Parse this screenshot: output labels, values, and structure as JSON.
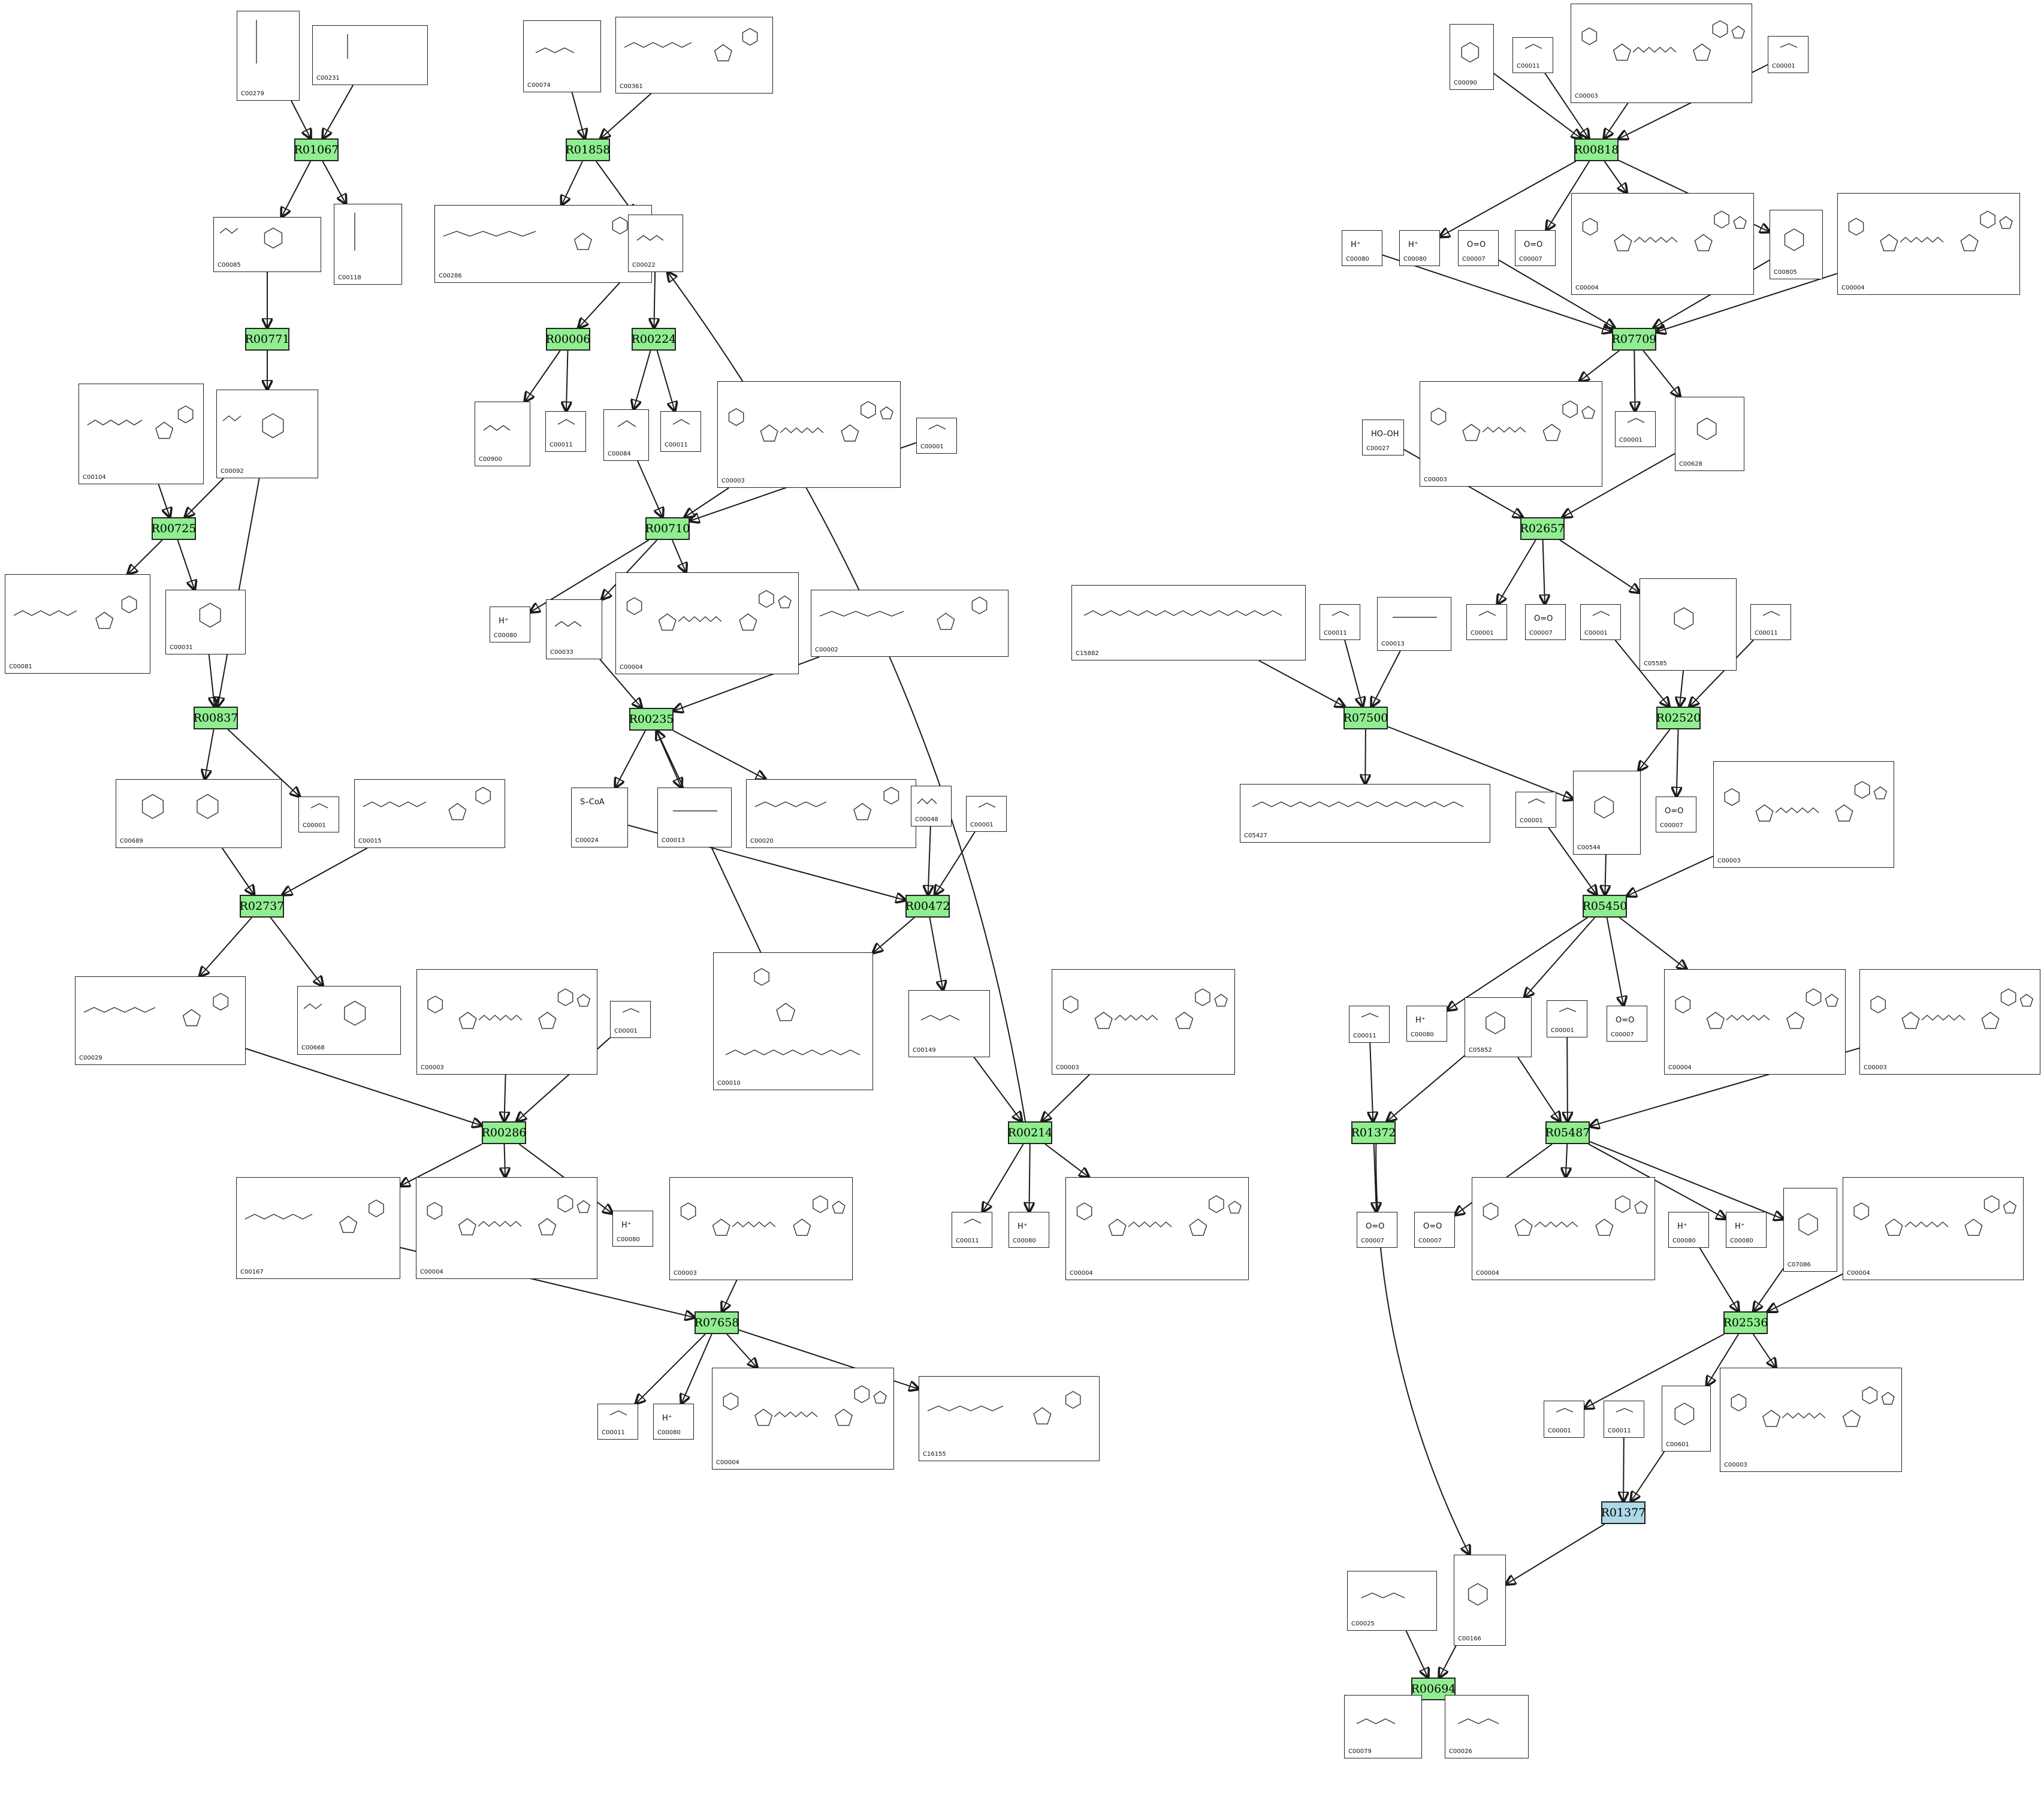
{
  "reactions": [
    {
      "id": "R01067",
      "label": "R01067"
    },
    {
      "id": "R01858",
      "label": "R01858"
    },
    {
      "id": "R00771",
      "label": "R00771"
    },
    {
      "id": "R00006",
      "label": "R00006"
    },
    {
      "id": "R00224",
      "label": "R00224"
    },
    {
      "id": "R00725",
      "label": "R00725"
    },
    {
      "id": "R00710",
      "label": "R00710"
    },
    {
      "id": "R00837",
      "label": "R00837"
    },
    {
      "id": "R00235",
      "label": "R00235"
    },
    {
      "id": "R02737",
      "label": "R02737"
    },
    {
      "id": "R00472",
      "label": "R00472"
    },
    {
      "id": "R00286",
      "label": "R00286"
    },
    {
      "id": "R00214",
      "label": "R00214"
    },
    {
      "id": "R07658",
      "label": "R07658"
    },
    {
      "id": "R00818",
      "label": "R00818"
    },
    {
      "id": "R07709",
      "label": "R07709"
    },
    {
      "id": "R02657",
      "label": "R02657"
    },
    {
      "id": "R07500",
      "label": "R07500"
    },
    {
      "id": "R02520",
      "label": "R02520"
    },
    {
      "id": "R05450",
      "label": "R05450"
    },
    {
      "id": "R01372",
      "label": "R01372"
    },
    {
      "id": "R05487",
      "label": "R05487"
    },
    {
      "id": "R02536",
      "label": "R02536"
    },
    {
      "id": "R01377",
      "label": "R01377",
      "highlight": "#add8e6"
    },
    {
      "id": "R00694",
      "label": "R00694"
    }
  ],
  "compounds": [
    {
      "key": "c00279a",
      "label": "C00279",
      "icon": "sugar-phosphate-chain"
    },
    {
      "key": "c00231a",
      "label": "C00231",
      "icon": "sugar-phosphate-chain"
    },
    {
      "key": "c00074a",
      "label": "C00074",
      "icon": "small-acid"
    },
    {
      "key": "c00361a",
      "label": "C00361",
      "icon": "nucleotide"
    },
    {
      "key": "c00085a",
      "label": "C00085",
      "icon": "sugar-ring-phosphate"
    },
    {
      "key": "c00118a",
      "label": "C00118",
      "icon": "sugar-phosphate-chain"
    },
    {
      "key": "c00286a",
      "label": "C00286",
      "icon": "nucleotide"
    },
    {
      "key": "c00022a",
      "label": "C00022",
      "icon": "small-acid"
    },
    {
      "key": "c00104a",
      "label": "C00104",
      "icon": "nucleotide"
    },
    {
      "key": "c00092a",
      "label": "C00092",
      "icon": "sugar-ring-phosphate"
    },
    {
      "key": "c00900a",
      "label": "C00900",
      "icon": "small-acid"
    },
    {
      "key": "c00011a",
      "label": "C00011",
      "icon": "small-molecule"
    },
    {
      "key": "c00084a",
      "label": "C00084",
      "icon": "small-molecule"
    },
    {
      "key": "c00011b",
      "label": "C00011",
      "icon": "small-molecule"
    },
    {
      "key": "c00003a",
      "label": "C00003",
      "icon": "dinucleotide"
    },
    {
      "key": "c00001a",
      "label": "C00001",
      "icon": "water"
    },
    {
      "key": "c00081a",
      "label": "C00081",
      "icon": "nucleotide"
    },
    {
      "key": "c00031a",
      "label": "C00031",
      "icon": "sugar-ring"
    },
    {
      "key": "c00080a",
      "label": "C00080",
      "formula": "H⁺",
      "icon": "proton"
    },
    {
      "key": "c00033a",
      "label": "C00033",
      "icon": "small-acid"
    },
    {
      "key": "c00004a",
      "label": "C00004",
      "icon": "dinucleotide"
    },
    {
      "key": "c00002a",
      "label": "C00002",
      "icon": "nucleotide"
    },
    {
      "key": "c00689a",
      "label": "C00689",
      "icon": "disaccharide"
    },
    {
      "key": "c00001b",
      "label": "C00001",
      "icon": "water"
    },
    {
      "key": "c00015a",
      "label": "C00015",
      "icon": "nucleotide"
    },
    {
      "key": "c00024a",
      "label": "C00024",
      "formula": "S–CoA",
      "icon": "acyl-coa"
    },
    {
      "key": "c00013a",
      "label": "C00013",
      "icon": "phosphate"
    },
    {
      "key": "c00020a",
      "label": "C00020",
      "icon": "nucleotide"
    },
    {
      "key": "c00048a",
      "label": "C00048",
      "icon": "small-acid"
    },
    {
      "key": "c00001c",
      "label": "C00001",
      "icon": "water"
    },
    {
      "key": "c00029a",
      "label": "C00029",
      "icon": "nucleotide-sugar"
    },
    {
      "key": "c00668a",
      "label": "C00668",
      "icon": "sugar-ring-phosphate"
    },
    {
      "key": "c00003b",
      "label": "C00003",
      "icon": "dinucleotide"
    },
    {
      "key": "c00001d",
      "label": "C00001",
      "icon": "water"
    },
    {
      "key": "c00010a",
      "label": "C00010",
      "icon": "coenzyme"
    },
    {
      "key": "c00149a",
      "label": "C00149",
      "icon": "small-acid"
    },
    {
      "key": "c00003c",
      "label": "C00003",
      "icon": "dinucleotide"
    },
    {
      "key": "c00167a",
      "label": "C00167",
      "icon": "nucleotide-sugar"
    },
    {
      "key": "c00004b",
      "label": "C00004",
      "icon": "dinucleotide"
    },
    {
      "key": "c00080b",
      "label": "C00080",
      "formula": "H⁺",
      "icon": "proton"
    },
    {
      "key": "c00003d",
      "label": "C00003",
      "icon": "dinucleotide"
    },
    {
      "key": "c00011c",
      "label": "C00011",
      "icon": "small-molecule"
    },
    {
      "key": "c00080c",
      "label": "C00080",
      "formula": "H⁺",
      "icon": "proton"
    },
    {
      "key": "c00004c",
      "label": "C00004",
      "icon": "dinucleotide"
    },
    {
      "key": "c00011d",
      "label": "C00011",
      "icon": "small-molecule"
    },
    {
      "key": "c00080d",
      "label": "C00080",
      "formula": "H⁺",
      "icon": "proton"
    },
    {
      "key": "c00004d",
      "label": "C00004",
      "icon": "dinucleotide"
    },
    {
      "key": "c16155a",
      "label": "C16155",
      "icon": "nucleotide-sugar"
    },
    {
      "key": "c00090a",
      "label": "C00090",
      "icon": "aromatic-ring"
    },
    {
      "key": "c00011e",
      "label": "C00011",
      "icon": "small-molecule"
    },
    {
      "key": "c00003e",
      "label": "C00003",
      "icon": "dinucleotide"
    },
    {
      "key": "c00001e",
      "label": "C00001",
      "icon": "water"
    },
    {
      "key": "c00080e",
      "label": "C00080",
      "formula": "H⁺",
      "icon": "proton"
    },
    {
      "key": "c00080f",
      "label": "C00080",
      "formula": "H⁺",
      "icon": "proton"
    },
    {
      "key": "c00007a",
      "label": "C00007",
      "formula": "O=O",
      "icon": "oxygen"
    },
    {
      "key": "c00007b",
      "label": "C00007",
      "formula": "O=O",
      "icon": "oxygen"
    },
    {
      "key": "c00004e",
      "label": "C00004",
      "icon": "dinucleotide"
    },
    {
      "key": "c00805a",
      "label": "C00805",
      "icon": "aromatic-ring"
    },
    {
      "key": "c00004f",
      "label": "C00004",
      "icon": "dinucleotide"
    },
    {
      "key": "c00027a",
      "label": "C00027",
      "formula": "HO–OH",
      "icon": "peroxide"
    },
    {
      "key": "c00003f",
      "label": "C00003",
      "icon": "dinucleotide"
    },
    {
      "key": "c00001f",
      "label": "C00001",
      "icon": "water"
    },
    {
      "key": "c00628a",
      "label": "C00628",
      "icon": "aromatic-ring"
    },
    {
      "key": "c15882a",
      "label": "C15882",
      "icon": "prenyl-chain"
    },
    {
      "key": "c00011f",
      "label": "C00011",
      "icon": "small-molecule"
    },
    {
      "key": "c00013b",
      "label": "C00013",
      "icon": "phosphate"
    },
    {
      "key": "c00001g",
      "label": "C00001",
      "icon": "water"
    },
    {
      "key": "c00007c",
      "label": "C00007",
      "formula": "O=O",
      "icon": "oxygen"
    },
    {
      "key": "c00001h",
      "label": "C00001",
      "icon": "water"
    },
    {
      "key": "c05585a",
      "label": "C05585",
      "icon": "aromatic-ring"
    },
    {
      "key": "c00011g",
      "label": "C00011",
      "icon": "small-molecule"
    },
    {
      "key": "c05427a",
      "label": "C05427",
      "icon": "prenyl-chain"
    },
    {
      "key": "c00001i",
      "label": "C00001",
      "icon": "water"
    },
    {
      "key": "c00544a",
      "label": "C00544",
      "icon": "aromatic-ring"
    },
    {
      "key": "c00007d",
      "label": "C00007",
      "formula": "O=O",
      "icon": "oxygen"
    },
    {
      "key": "c00003g",
      "label": "C00003",
      "icon": "dinucleotide"
    },
    {
      "key": "c00011h",
      "label": "C00011",
      "icon": "small-molecule"
    },
    {
      "key": "c00080g",
      "label": "C00080",
      "formula": "H⁺",
      "icon": "proton"
    },
    {
      "key": "c05852a",
      "label": "C05852",
      "icon": "aromatic-ring"
    },
    {
      "key": "c00001j",
      "label": "C00001",
      "icon": "water"
    },
    {
      "key": "c00007e",
      "label": "C00007",
      "formula": "O=O",
      "icon": "oxygen"
    },
    {
      "key": "c00004g",
      "label": "C00004",
      "icon": "dinucleotide"
    },
    {
      "key": "c00003h",
      "label": "C00003",
      "icon": "dinucleotide"
    },
    {
      "key": "c00007f",
      "label": "C00007",
      "formula": "O=O",
      "icon": "oxygen"
    },
    {
      "key": "c00007g",
      "label": "C00007",
      "formula": "O=O",
      "icon": "oxygen"
    },
    {
      "key": "c00004h",
      "label": "C00004",
      "icon": "dinucleotide"
    },
    {
      "key": "c00080h",
      "label": "C00080",
      "formula": "H⁺",
      "icon": "proton"
    },
    {
      "key": "c00080i",
      "label": "C00080",
      "formula": "H⁺",
      "icon": "proton"
    },
    {
      "key": "c07086a",
      "label": "C07086",
      "icon": "aromatic-ring"
    },
    {
      "key": "c00004i",
      "label": "C00004",
      "icon": "dinucleotide"
    },
    {
      "key": "c00001k",
      "label": "C00001",
      "icon": "water"
    },
    {
      "key": "c00011i",
      "label": "C00011",
      "icon": "small-molecule"
    },
    {
      "key": "c00601a",
      "label": "C00601",
      "icon": "aromatic-ring"
    },
    {
      "key": "c00003i",
      "label": "C00003",
      "icon": "dinucleotide"
    },
    {
      "key": "c00025a",
      "label": "C00025",
      "icon": "amino-acid"
    },
    {
      "key": "c00166a",
      "label": "C00166",
      "icon": "aromatic-ring"
    },
    {
      "key": "c00079a",
      "label": "C00079",
      "icon": "amino-acid"
    },
    {
      "key": "c00026a",
      "label": "C00026",
      "icon": "small-acid"
    }
  ],
  "edges": [
    [
      "c00279a",
      "R01067"
    ],
    [
      "c00231a",
      "R01067"
    ],
    [
      "R01067",
      "c00085a"
    ],
    [
      "R01067",
      "c00118a"
    ],
    [
      "c00074a",
      "R01858"
    ],
    [
      "c00361a",
      "R01858"
    ],
    [
      "R01858",
      "c00286a"
    ],
    [
      "R01858",
      "c00022a"
    ],
    [
      "c00085a",
      "R00771"
    ],
    [
      "R00771",
      "c00092a"
    ],
    [
      "c00022a",
      "R00006"
    ],
    [
      "c00022a",
      "R00224"
    ],
    [
      "R00006",
      "c00900a"
    ],
    [
      "R00006",
      "c00011a"
    ],
    [
      "R00224",
      "c00084a"
    ],
    [
      "R00224",
      "c00011b"
    ],
    [
      "c00104a",
      "R00725"
    ],
    [
      "c00092a",
      "R00725"
    ],
    [
      "R00725",
      "c00081a"
    ],
    [
      "R00725",
      "c00031a"
    ],
    [
      "c00084a",
      "R00710"
    ],
    [
      "c00003a",
      "R00710"
    ],
    [
      "c00001a",
      "R00710"
    ],
    [
      "R00710",
      "c00080a"
    ],
    [
      "R00710",
      "c00033a"
    ],
    [
      "R00710",
      "c00004a"
    ],
    [
      "c00031a",
      "R00837"
    ],
    [
      "c00092a",
      "R00837"
    ],
    [
      "R00837",
      "c00689a"
    ],
    [
      "R00837",
      "c00001b"
    ],
    [
      "c00033a",
      "R00235"
    ],
    [
      "c00002a",
      "R00235"
    ],
    [
      "c00010a",
      "R00235"
    ],
    [
      "R00235",
      "c00024a"
    ],
    [
      "R00235",
      "c00013a"
    ],
    [
      "R00235",
      "c00020a"
    ],
    [
      "c00689a",
      "R02737"
    ],
    [
      "c00015a",
      "R02737"
    ],
    [
      "R02737",
      "c00029a"
    ],
    [
      "R02737",
      "c00668a"
    ],
    [
      "c00024a",
      "R00472"
    ],
    [
      "c00048a",
      "R00472"
    ],
    [
      "c00001c",
      "R00472"
    ],
    [
      "R00472",
      "c00010a"
    ],
    [
      "R00472",
      "c00149a"
    ],
    [
      "c00029a",
      "R00286"
    ],
    [
      "c00003b",
      "R00286"
    ],
    [
      "c00001d",
      "R00286"
    ],
    [
      "R00286",
      "c00167a"
    ],
    [
      "R00286",
      "c00004b"
    ],
    [
      "R00286",
      "c00080b"
    ],
    [
      "c00149a",
      "R00214"
    ],
    [
      "c00003c",
      "R00214"
    ],
    [
      "R00214",
      "c00011d"
    ],
    [
      "R00214",
      "c00080d"
    ],
    [
      "R00214",
      "c00004d"
    ],
    [
      "R00214",
      "c00022a"
    ],
    [
      "c00167a",
      "R07658"
    ],
    [
      "c00003d",
      "R07658"
    ],
    [
      "R07658",
      "c00011c"
    ],
    [
      "R07658",
      "c00080c"
    ],
    [
      "R07658",
      "c00004c"
    ],
    [
      "R07658",
      "c16155a"
    ],
    [
      "c00090a",
      "R00818"
    ],
    [
      "c00011e",
      "R00818"
    ],
    [
      "c00003e",
      "R00818"
    ],
    [
      "c00001e",
      "R00818"
    ],
    [
      "R00818",
      "c00080f"
    ],
    [
      "R00818",
      "c00007b"
    ],
    [
      "R00818",
      "c00004e"
    ],
    [
      "R00818",
      "c00805a"
    ],
    [
      "c00080e",
      "R07709"
    ],
    [
      "c00007a",
      "R07709"
    ],
    [
      "c00805a",
      "R07709"
    ],
    [
      "c00004f",
      "R07709"
    ],
    [
      "R07709",
      "c00003f"
    ],
    [
      "R07709",
      "c00001f"
    ],
    [
      "R07709",
      "c00628a"
    ],
    [
      "c00027a",
      "R02657"
    ],
    [
      "c00628a",
      "R02657"
    ],
    [
      "R02657",
      "c00001g"
    ],
    [
      "R02657",
      "c00007c"
    ],
    [
      "R02657",
      "c05585a"
    ],
    [
      "c15882a",
      "R07500"
    ],
    [
      "c00011f",
      "R07500"
    ],
    [
      "c00013b",
      "R07500"
    ],
    [
      "R07500",
      "c05427a"
    ],
    [
      "R07500",
      "c00544a"
    ],
    [
      "c00001h",
      "R02520"
    ],
    [
      "c05585a",
      "R02520"
    ],
    [
      "c00011g",
      "R02520"
    ],
    [
      "R02520",
      "c00544a"
    ],
    [
      "R02520",
      "c00007d"
    ],
    [
      "c00001i",
      "R05450"
    ],
    [
      "c00544a",
      "R05450"
    ],
    [
      "c00003g",
      "R05450"
    ],
    [
      "R05450",
      "c00080g"
    ],
    [
      "R05450",
      "c05852a"
    ],
    [
      "R05450",
      "c00007e"
    ],
    [
      "R05450",
      "c00004g"
    ],
    [
      "c00011h",
      "R01372"
    ],
    [
      "c05852a",
      "R01372"
    ],
    [
      "R01372",
      "c00007f"
    ],
    [
      "R01372",
      "c00166a"
    ],
    [
      "c05852a",
      "R05487"
    ],
    [
      "c00001j",
      "R05487"
    ],
    [
      "c00003h",
      "R05487"
    ],
    [
      "R05487",
      "c00007g"
    ],
    [
      "R05487",
      "c00004h"
    ],
    [
      "R05487",
      "c00080i"
    ],
    [
      "R05487",
      "c07086a"
    ],
    [
      "c00080h",
      "R02536"
    ],
    [
      "c07086a",
      "R02536"
    ],
    [
      "c00004i",
      "R02536"
    ],
    [
      "R02536",
      "c00001k"
    ],
    [
      "R02536",
      "c00601a"
    ],
    [
      "R02536",
      "c00003i"
    ],
    [
      "c00011i",
      "R01377"
    ],
    [
      "c00601a",
      "R01377"
    ],
    [
      "R01377",
      "c00166a"
    ],
    [
      "c00025a",
      "R00694"
    ],
    [
      "c00166a",
      "R00694"
    ],
    [
      "R00694",
      "c00079a"
    ],
    [
      "R00694",
      "c00026a"
    ]
  ]
}
